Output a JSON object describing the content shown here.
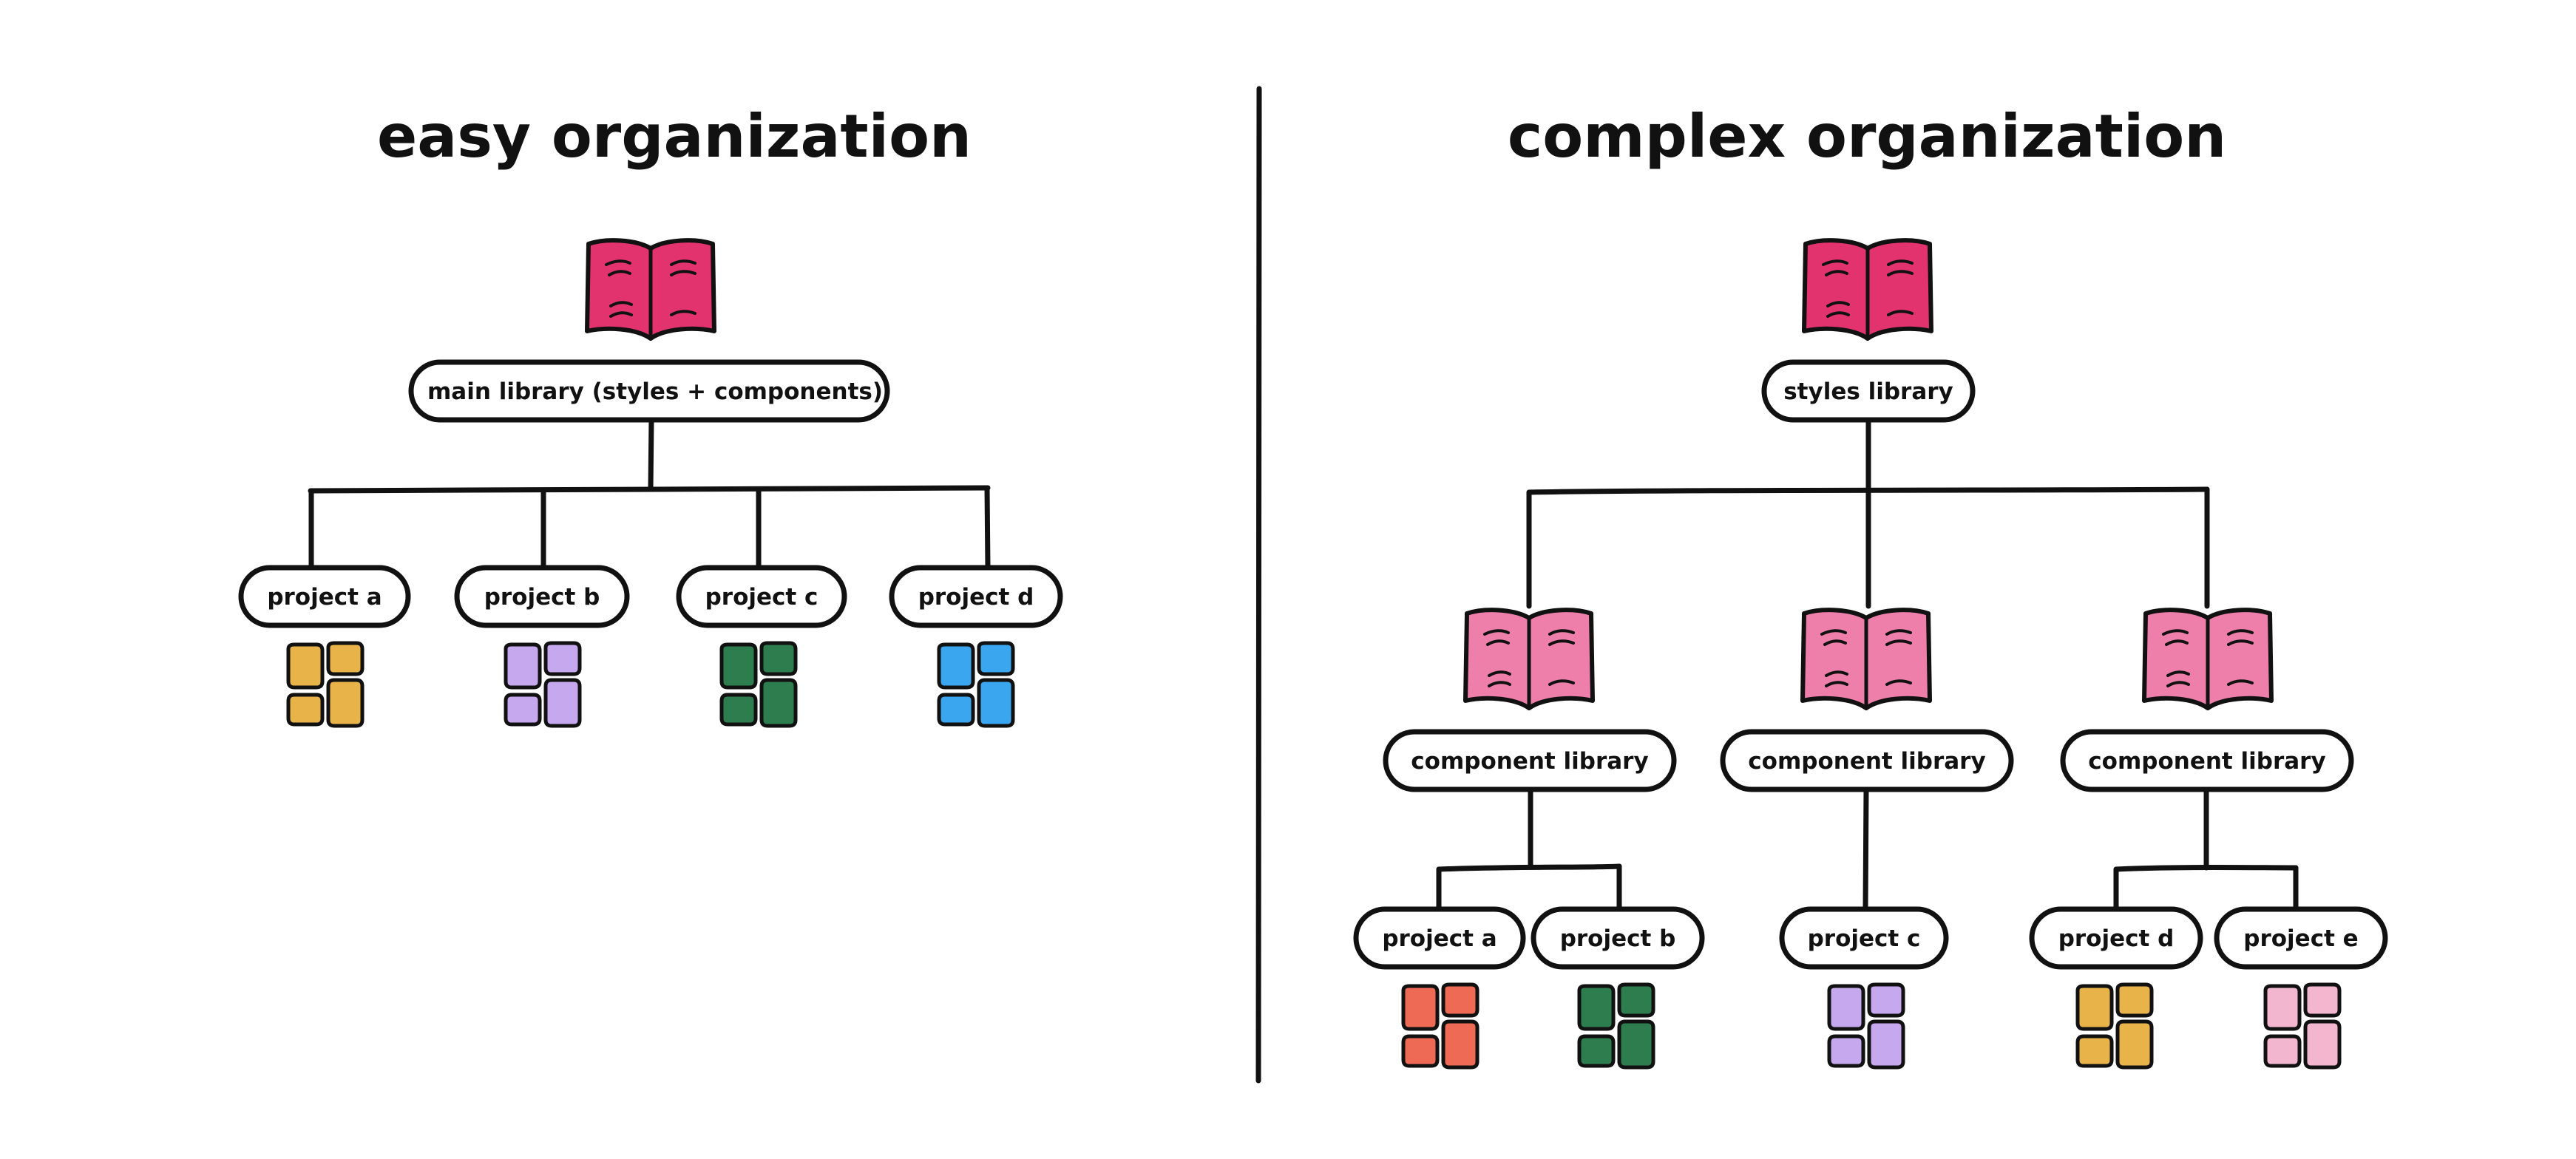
{
  "left_panel": {
    "title": "easy organization",
    "main_library_label": "main library (styles + components)",
    "projects": [
      {
        "label": "project a",
        "color": "#E8B44A"
      },
      {
        "label": "project b",
        "color": "#C6A8EE"
      },
      {
        "label": "project c",
        "color": "#2E7D4F"
      },
      {
        "label": "project d",
        "color": "#3BA6F0"
      }
    ]
  },
  "right_panel": {
    "title": "complex organization",
    "styles_library_label": "styles library",
    "component_libraries": [
      {
        "label": "component library"
      },
      {
        "label": "component library"
      },
      {
        "label": "component library"
      }
    ],
    "projects": [
      {
        "label": "project a",
        "color": "#EE6A55"
      },
      {
        "label": "project b",
        "color": "#2E7D4F"
      },
      {
        "label": "project c",
        "color": "#C6A8EE"
      },
      {
        "label": "project d",
        "color": "#E8B44A"
      },
      {
        "label": "project e",
        "color": "#F2B6CF"
      }
    ]
  },
  "colors": {
    "main_book": "#E2336F",
    "component_book": "#EE7FAA",
    "ink": "#111111"
  },
  "icons": [
    "open-book-icon",
    "project-blocks-icon"
  ]
}
